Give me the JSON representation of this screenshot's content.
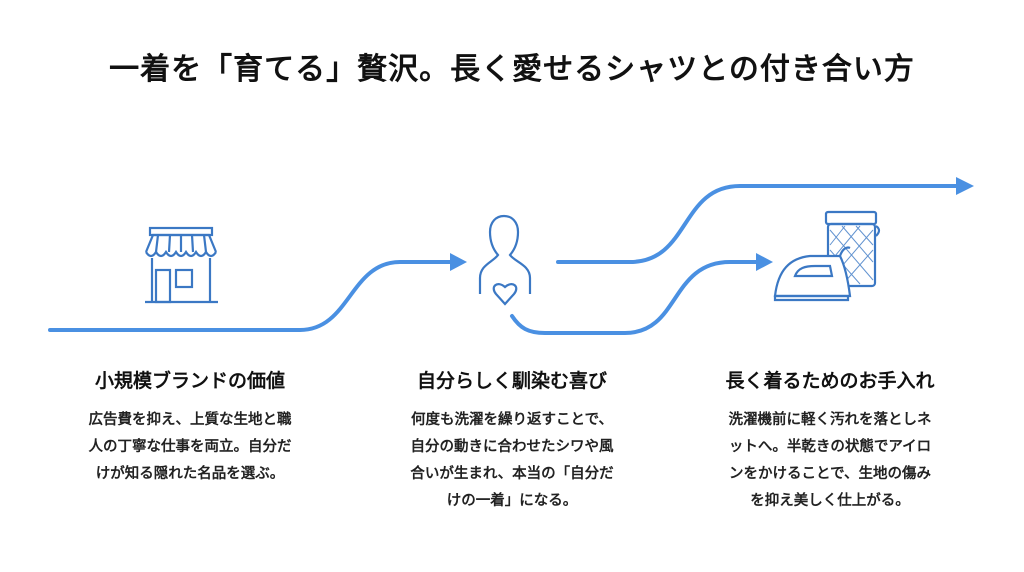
{
  "title": "一着を「育てる」贅沢。長く愛せるシャツとの付き合い方",
  "accent_color": "#4a90e2",
  "icon_color": "#3b78c4",
  "steps": [
    {
      "icon": "store-icon",
      "heading": "小規模ブランドの価値",
      "body": "広告費を抑え、上質な生地と職\n人の丁寧な仕事を両立。自分だ\nけが知る隠れた名品を選ぶ。"
    },
    {
      "icon": "person-heart-icon",
      "heading": "自分らしく馴染む喜び",
      "body": "何度も洗濯を繰り返すことで、\n自分の動きに合わせたシワや風\n合いが生まれ、本当の「自分だ\nけの一着」になる。"
    },
    {
      "icon": "iron-laundry-net-icon",
      "heading": "長く着るためのお手入れ",
      "body": "洗濯機前に軽く汚れを落としネ\nットへ。半乾きの状態でアイロ\nンをかけることで、生地の傷み\nを抑え美しく仕上がる。"
    }
  ]
}
